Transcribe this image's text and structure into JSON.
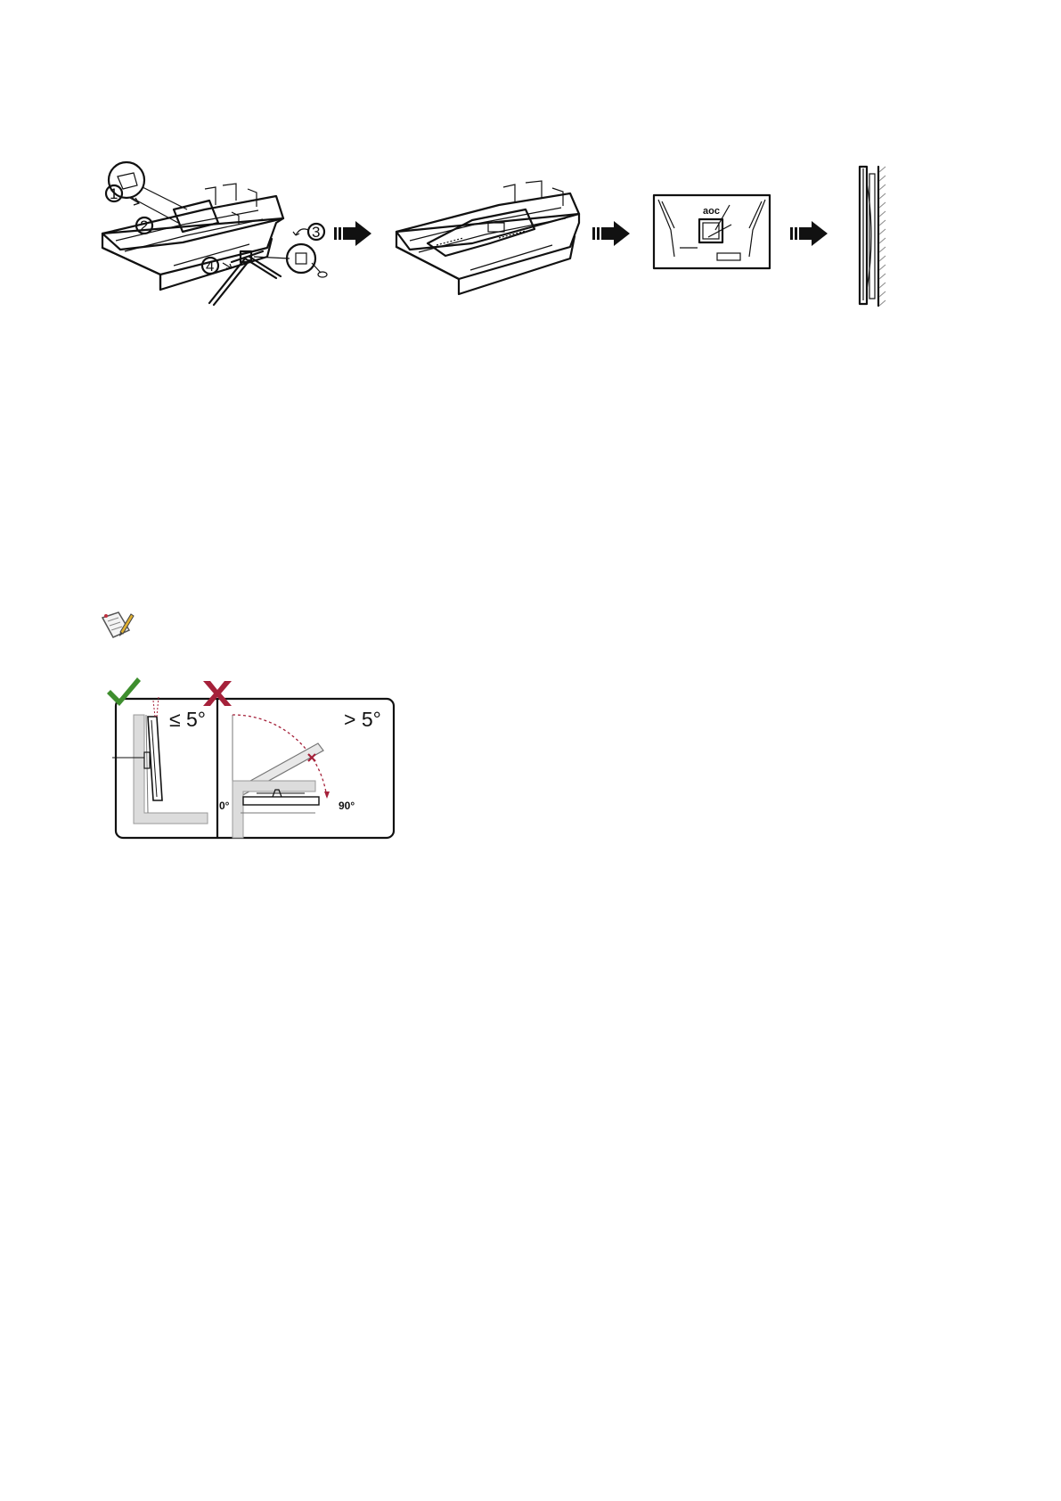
{
  "steps": {
    "labels": [
      "1",
      "2",
      "3",
      "4"
    ]
  },
  "monitor_back": {
    "logo": "aoc"
  },
  "tilt_warning": {
    "ok_label": "≤ 5°",
    "bad_label": "> 5°",
    "angle_start": "0°",
    "angle_end": "90°"
  },
  "icons": {
    "arrow": "right-arrow-icon",
    "note": "note-pencil-icon",
    "check": "check-icon",
    "cross": "cross-icon"
  },
  "colors": {
    "line": "#111111",
    "check": "#3e8e2e",
    "cross": "#a5213a",
    "wall": "#dcdcdc"
  }
}
